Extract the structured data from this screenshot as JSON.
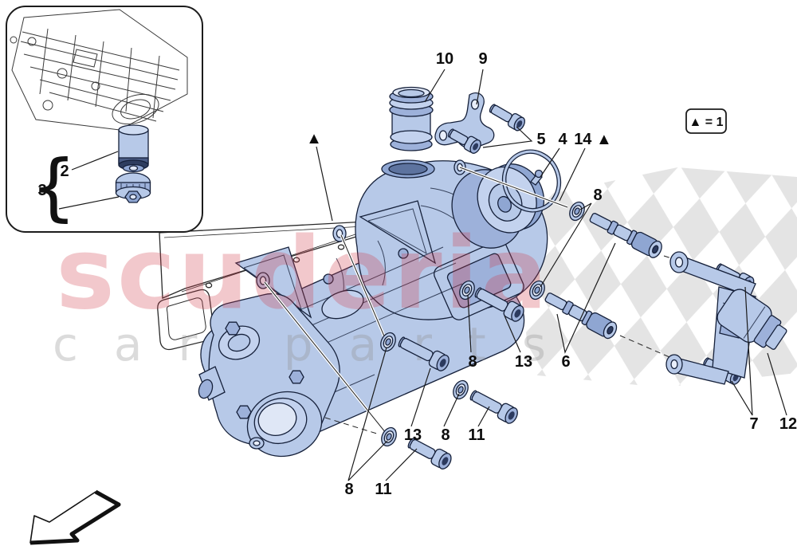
{
  "diagram": {
    "title_semantic": "coolant-oil-pump-exploded-parts-diagram",
    "legend_label": "▲ = 1",
    "watermark": {
      "brand": "scuderia",
      "tagline": "car parts"
    },
    "callouts": {
      "n2": "2",
      "n3": "3",
      "n4": "4",
      "n5": "5",
      "n6": "6",
      "n7": "7",
      "n8_top": "8",
      "n8_mid": "8",
      "n8_low": "8",
      "n8_bottom": "8",
      "n9": "9",
      "n10": "10",
      "n11_mid": "11",
      "n11_bottom": "11",
      "n12": "12",
      "n13_right": "13",
      "n13_left": "13",
      "n14": "14 ▲",
      "triangle_marker": "▲",
      "brace_glyph": "{"
    },
    "colors": {
      "part_fill": "#b7c9e8",
      "part_shade": "#8fa6d2",
      "part_mid": "#9db1da",
      "part_light": "#d6e0f4",
      "outline": "#15203a",
      "label": "#0d0d0d",
      "watermark_red": "#cf3a48",
      "watermark_gray": "#8f8f8f",
      "checker_gray": "#e4e4e4",
      "background": "#ffffff"
    }
  }
}
